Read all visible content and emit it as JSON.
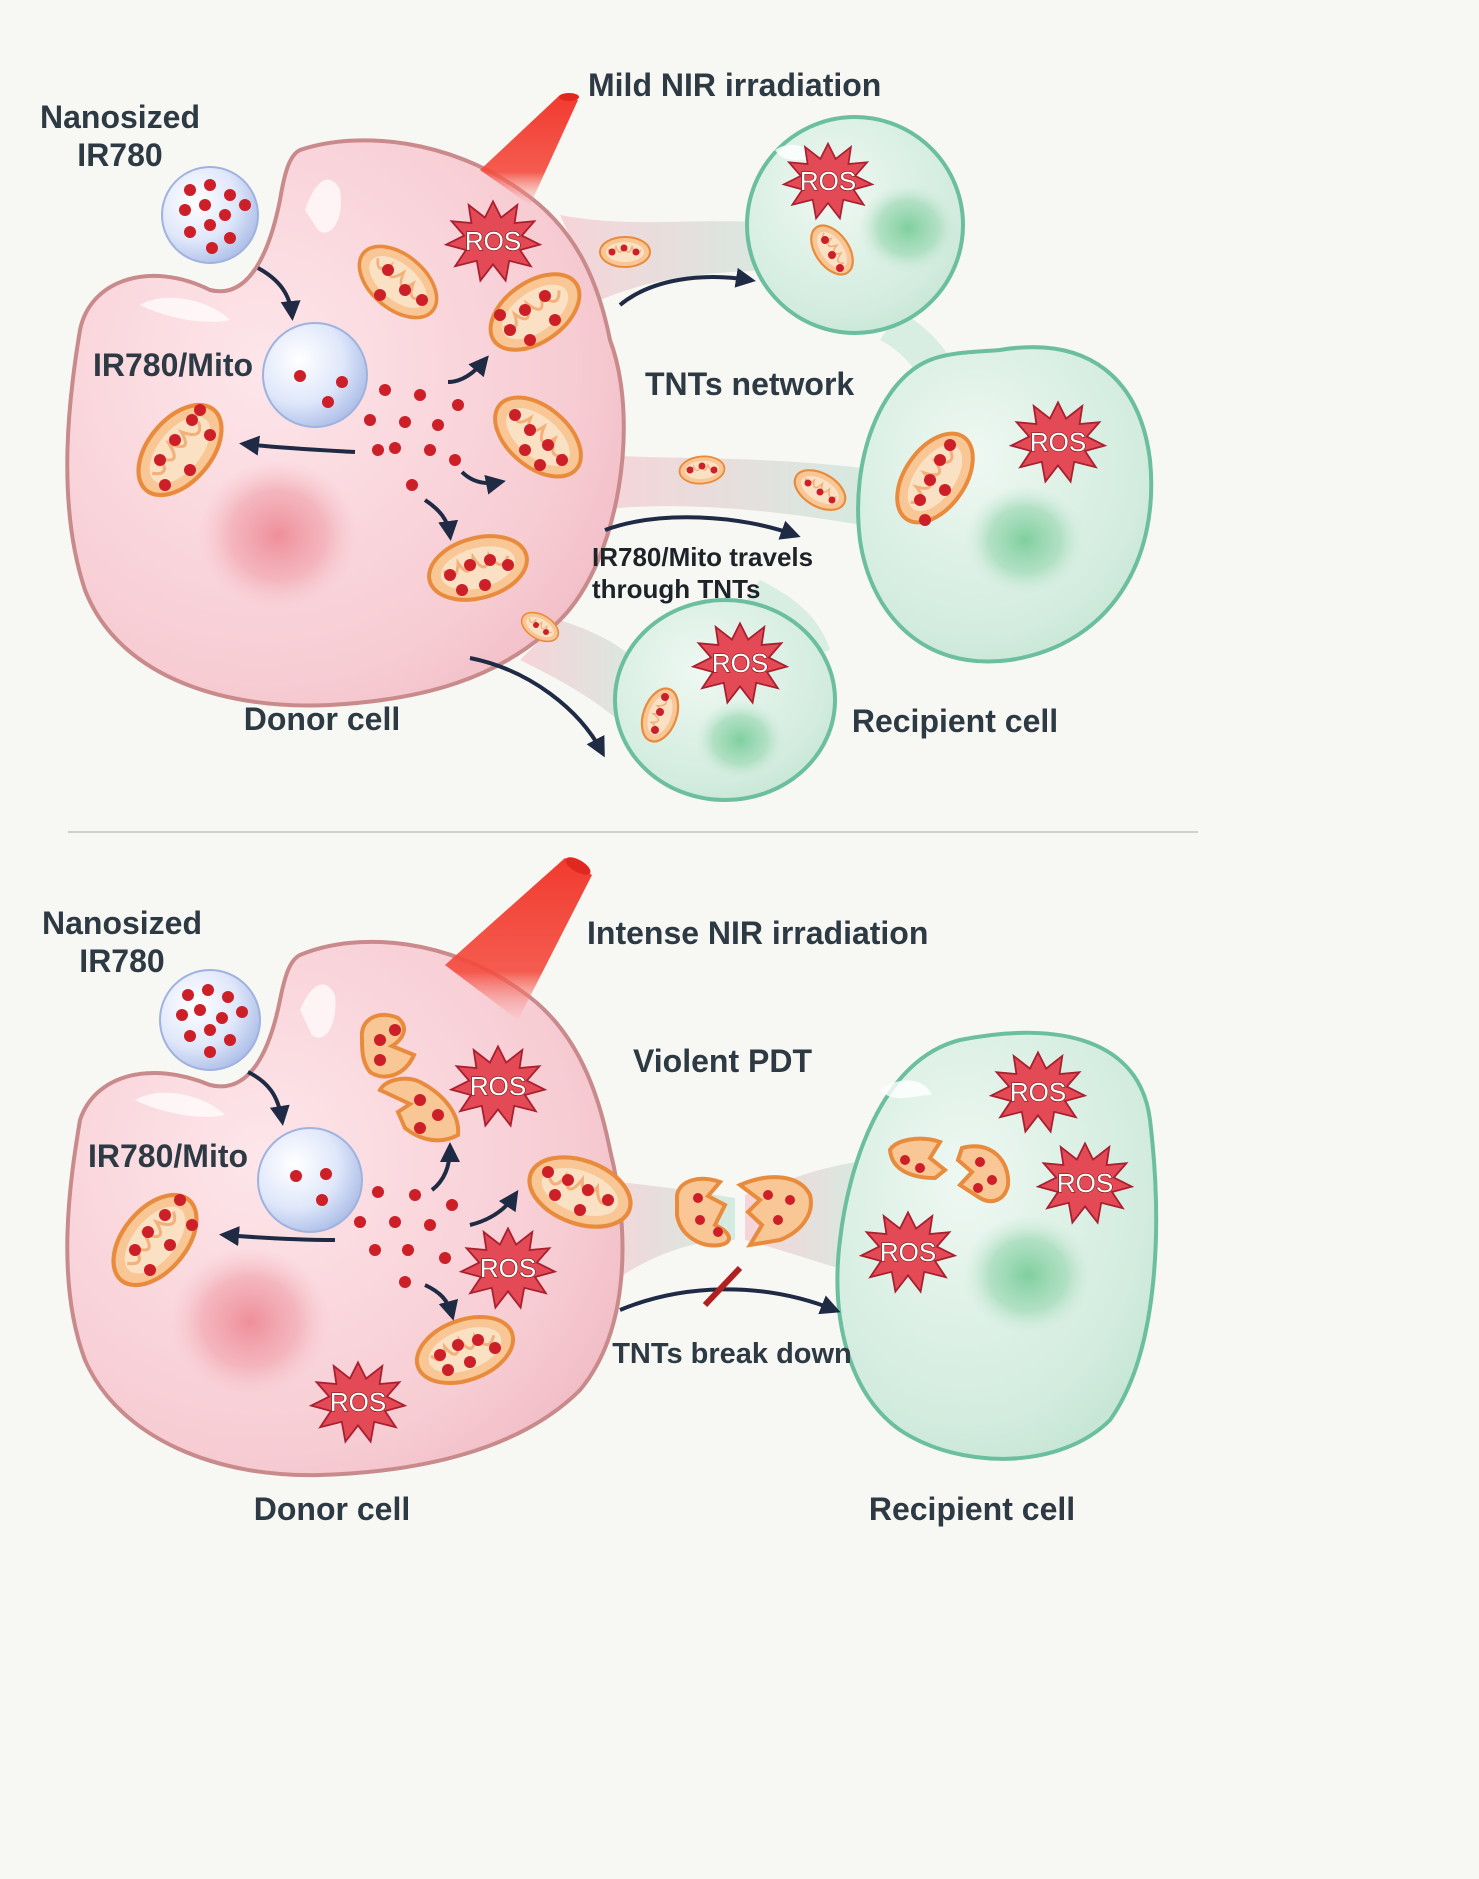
{
  "panels": [
    {
      "id": "mild",
      "nanosized_label": [
        "Nanosized",
        "IR780"
      ],
      "irradiation_label": "Mild NIR irradiation",
      "ir780_mito_label": "IR780/Mito",
      "network_label": "TNTs network",
      "travel_label": [
        "IR780/Mito travels",
        "through TNTs"
      ],
      "donor_label": "Donor cell",
      "recipient_label": "Recipient cell",
      "ros_label": "ROS"
    },
    {
      "id": "intense",
      "nanosized_label": [
        "Nanosized",
        "IR780"
      ],
      "irradiation_label": "Intense NIR irradiation",
      "ir780_mito_label": "IR780/Mito",
      "pdt_label": "Violent PDT",
      "break_label": "TNTs break down",
      "donor_label": "Donor cell",
      "recipient_label": "Recipient cell",
      "ros_label": "ROS"
    }
  ],
  "colors": {
    "donor_fill": "#f7c8cf",
    "donor_stroke": "#c98a8c",
    "recipient_fill": "#cfe9dc",
    "recipient_stroke": "#6bbf9f",
    "laser": "#f0302a",
    "mito_fill": "#f7bf8a",
    "mito_stroke": "#e88a3a",
    "dot": "#cc1f28",
    "ros_fill": "#e24a55",
    "nano_fill": "#d9e3f7",
    "arrow": "#1f2a44",
    "divider": "#d0d0cc"
  },
  "icons": [
    "laser-beam-icon",
    "mitochondrion-icon",
    "ros-burst-icon",
    "nanoparticle-icon",
    "arrow-icon",
    "block-mark-icon"
  ]
}
